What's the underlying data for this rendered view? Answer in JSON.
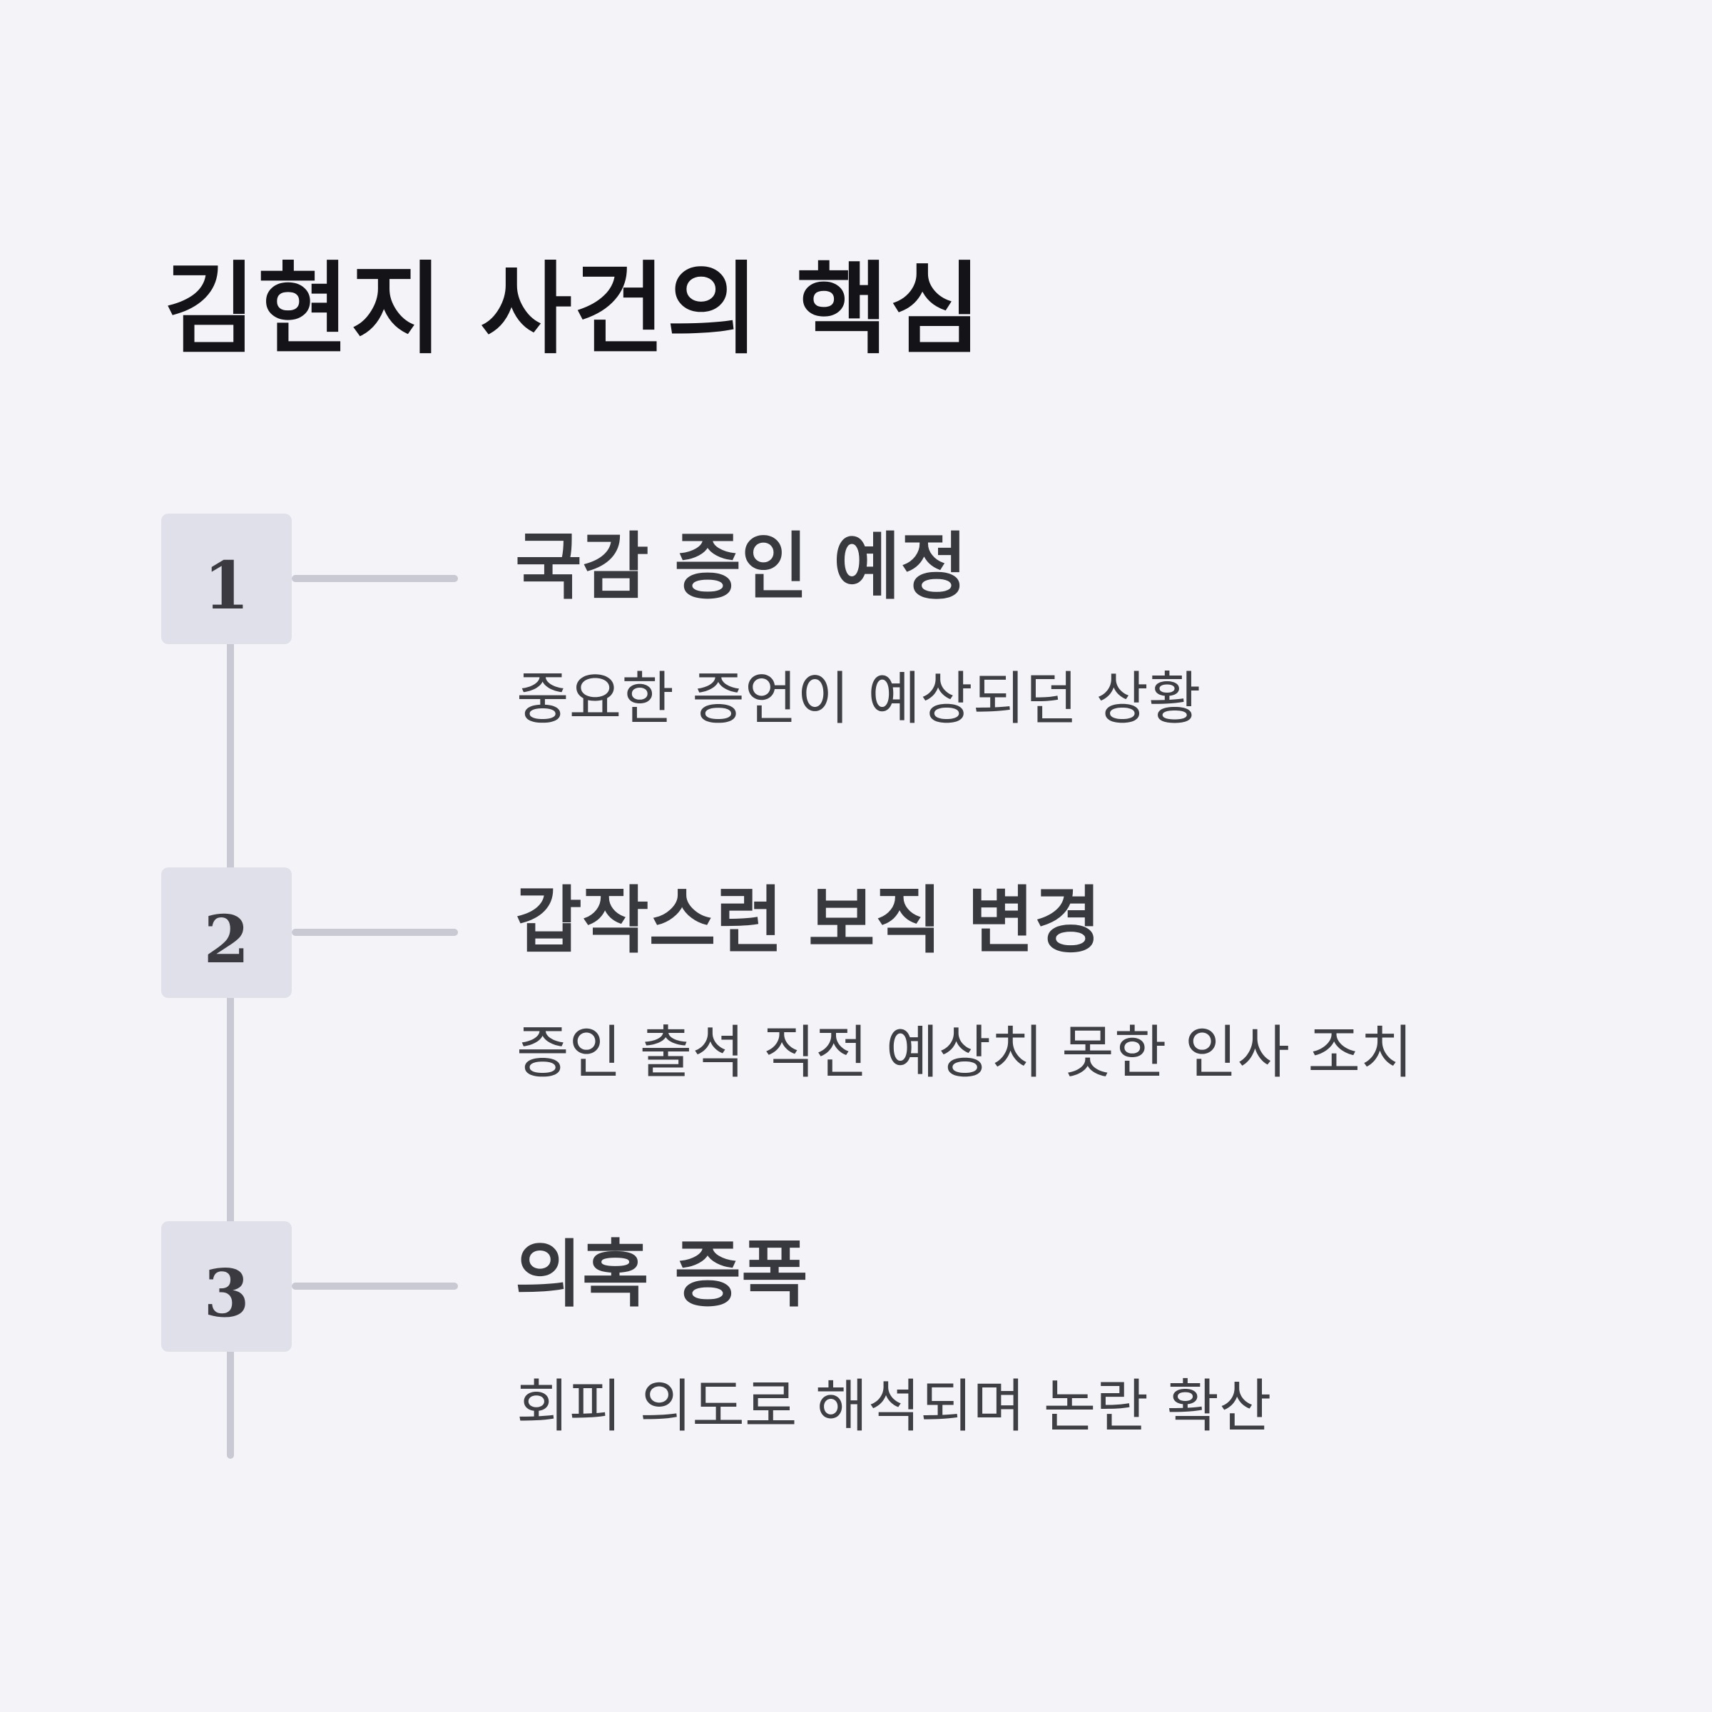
{
  "title": "김현지 사건의 핵심",
  "steps": [
    {
      "number": "1",
      "title": "국감 증인 예정",
      "description": "중요한 증언이 예상되던 상황"
    },
    {
      "number": "2",
      "title": "갑작스런 보직 변경",
      "description": "증인 출석 직전 예상치 못한 인사 조치"
    },
    {
      "number": "3",
      "title": "의혹 증폭",
      "description": "회피 의도로 해석되며 논란 확산"
    }
  ],
  "colors": {
    "background": "#f3f3f8",
    "box": "#e0e0eb",
    "line": "#c9c9d3",
    "title_text": "#141418",
    "body_text": "#38383f"
  }
}
